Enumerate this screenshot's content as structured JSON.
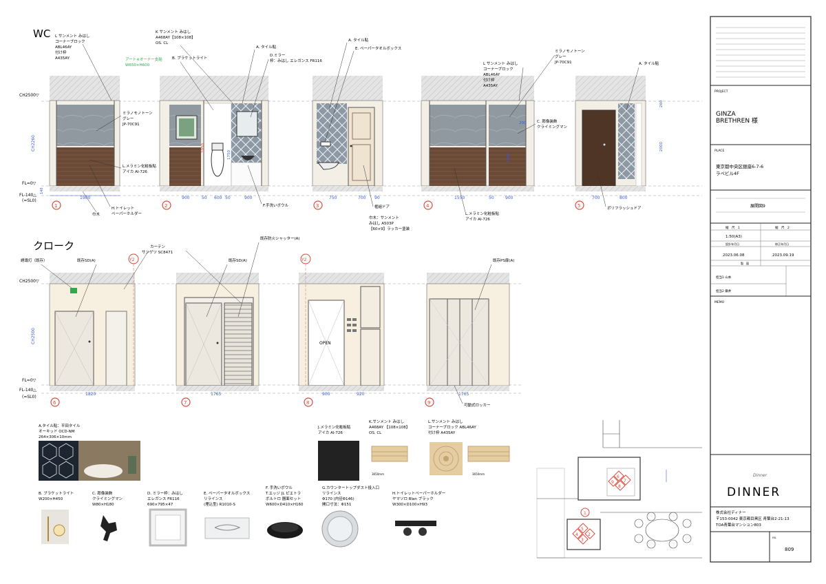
{
  "sections": {
    "wc": "WC",
    "cloak": "クローク"
  },
  "levels": {
    "ch": "CH2500▽",
    "fl": "FL=0▽",
    "sl1": "FL-140△",
    "sl2": "(=SL0)"
  },
  "elevations": [
    {
      "num": "1",
      "dims": [
        "1900"
      ],
      "vdim": "CH2260",
      "h140": "140"
    },
    {
      "num": "2",
      "dims": [
        "900",
        "50",
        "600",
        "50",
        "900"
      ],
      "vdims": [
        "1050",
        "1750"
      ]
    },
    {
      "num": "3",
      "dims": [
        "750",
        "700",
        "90"
      ]
    },
    {
      "num": "4",
      "dims": [
        "1550",
        "50",
        "900"
      ],
      "vdims": [
        "200",
        "1400"
      ]
    },
    {
      "num": "5",
      "dims": [
        "700",
        "800"
      ],
      "vdims": [
        "260",
        "2000"
      ]
    },
    {
      "num": "6",
      "dims": [
        "1820"
      ],
      "vdim": "CH2500"
    },
    {
      "num": "7",
      "dims": [
        "1765"
      ]
    },
    {
      "num": "8",
      "dims": [
        "900",
        "920"
      ],
      "open": "OPEN"
    },
    {
      "num": "9",
      "dims": [
        "1765"
      ]
    }
  ],
  "gridmarks": [
    "Y2",
    "Y2"
  ],
  "notes": {
    "e1_top": [
      "L サンメント みはし",
      "コーナーブロック",
      "ABL46AY",
      "付け枠",
      "A435AY"
    ],
    "e1_mirror": [
      "ミラノモノトーン",
      "グレー",
      "JP-70C91"
    ],
    "e1_melamine": [
      "L.メラミン化粧板貼",
      "アイカ AI-726"
    ],
    "e1_skirt": "巾木",
    "e1_paper": [
      "H.トイレット",
      "ペーパーホルダー"
    ],
    "e2_k": [
      "K サンメント みはし",
      "A468AY【108×108】",
      "OS. CL"
    ],
    "e2_art": [
      "アート※オーナー支給",
      "W650×H600"
    ],
    "e2_bracket": "B. ブラケットライト",
    "e2_tile": "A. タイル貼",
    "e2_mirror": [
      "D.ミラー",
      "枠：みはし エレガンス FR116"
    ],
    "e2_bowl": "F.手洗いボウル",
    "e3_tile": "A. タイル貼",
    "e3_paper": "E. ペーパータオルボックス",
    "e3_door": "框組ドア",
    "e3_skirt": [
      "巾木：サンメント",
      "みはし A503P",
      "【60×9】ラッカー塗装"
    ],
    "e4_top": [
      "L サンメント みはし",
      "コーナーブロック",
      "ABL46AY",
      "付け枠",
      "A435AY"
    ],
    "e4_mirror": [
      "ミラノモノトーン",
      "グレー",
      "JP-70C91"
    ],
    "e4_c": [
      "C. 彫像装飾",
      "クライミングマン"
    ],
    "e4_melamine": [
      "L.メラミン化粧板貼",
      "アイカ AI-726"
    ],
    "e5_tile": "A. タイル貼",
    "e5_door": "ポリフラッシュドア",
    "e6_light": "誘導灯（既存）",
    "e6_sd": "既存SD(A)",
    "curtain": [
      "カーテン",
      "サンゲツ  SC8471"
    ],
    "e7_sd": "既存SD(A)",
    "e7_shutter": "既存防火シャッター(A)",
    "e9_ps": "既存PS扉(A)",
    "e9_locker": "可動式ロッカー"
  },
  "materials": [
    {
      "title": [
        "A.タイル貼：平田タイル",
        "オーキッド  OCD-NM",
        "264×306×10mm"
      ]
    },
    {
      "title": [
        "J.メラミン化粧板貼",
        "アイカ AI-726"
      ]
    },
    {
      "title": [
        "K.サンメント  みはし",
        "A468AY 【108×108】",
        "OS. CL"
      ],
      "dim": "3650mm"
    },
    {
      "title": [
        "L.サンメント  みはし",
        "コーナーブロック ABL46AY",
        "付け枠 A435AY"
      ],
      "dim": "3650mm"
    },
    {
      "title": [
        "B. ブラケットライト",
        "W200×H450"
      ]
    },
    {
      "title": [
        "C. 彫像装飾",
        "クライミングマン",
        "W80×H180"
      ]
    },
    {
      "title": [
        "D. ミラー枠：みはし",
        "エレガンス FR116",
        "690×795×47"
      ]
    },
    {
      "title": [
        "E. ペーパータオルボックス",
        "リラインス",
        "(埋込型) R1010-S"
      ]
    },
    {
      "title": [
        "F. 手洗いボウル",
        "T.エッジ JL ピエトラ",
        "ボルトロ 器面セット",
        "W600×D410×H160"
      ]
    },
    {
      "title": [
        "G.カウンタートップダスト投入口",
        "リラインス",
        "Φ170 (内径Φ146)",
        "開口寸法：Φ151"
      ]
    },
    {
      "title": [
        "H.トイレットペーパーホルダー",
        "ヤマソロ Blan  ブラック",
        "W300×D100×H93"
      ]
    }
  ],
  "planlabels": [
    "1",
    "2",
    "3",
    "4",
    "5",
    "6",
    "7",
    "8",
    "9"
  ],
  "titleblock": {
    "project_label": "PROJECT",
    "project": [
      "GINZA",
      "BRETHREN 様"
    ],
    "place_label": "PLACE",
    "place": [
      "東京都中央区銀座6-7-6",
      "ラペビル4F"
    ],
    "drawing": "展開図9",
    "scale_h1": "縮　尺　1",
    "scale_h2": "縮　尺　2",
    "scale": "1:50(A3)",
    "date_h1": "設計年月日",
    "date_h2": "修正年月日",
    "date1": "2023.06.08",
    "date2": "2023.09.19",
    "sei": "製　図",
    "staff1": "担当1  山本",
    "staff2": "担当2  鎌井",
    "memo": "MEMO",
    "logo_script": "Dinner",
    "logo": "DINNER",
    "company": [
      "株式会社ディナー",
      "〒153-0042  東京都目黒区 青葉台2-21-13",
      "TOA青葉台マンション803"
    ],
    "no_label": "no.",
    "no": "809"
  },
  "colors": {
    "accent": "#d84a3a",
    "tile": "#3d4c5a",
    "wood": "#5a3b2a",
    "wall": "#f7efe0",
    "concrete": "#c8c8c8",
    "blue": "#3a5cd6",
    "green": "#2fa84f"
  }
}
